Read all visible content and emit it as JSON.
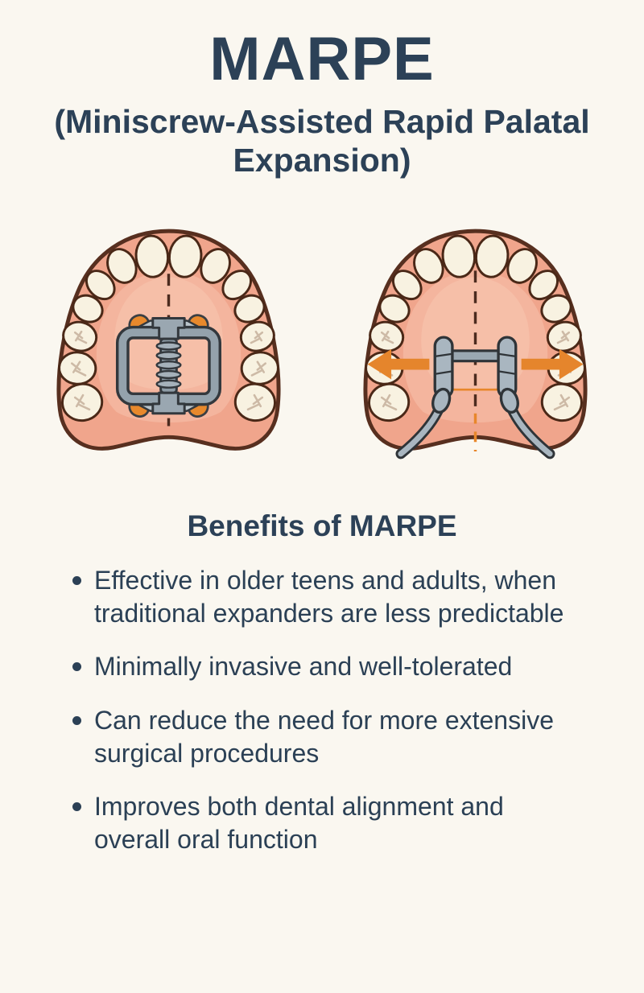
{
  "header": {
    "title": "MARPE",
    "subtitle": "(Miniscrew-Assisted Rapid Palatal Expansion)"
  },
  "illustrations": {
    "left": "palate-with-marpe-appliance",
    "right": "palate-expanding-with-arrows"
  },
  "benefits": {
    "heading": "Benefits of MARPE",
    "items": [
      "Effective in older teens and adults, when traditional expanders are less predictable",
      "Minimally invasive and well-tolerated",
      "Can reduce the need for more extensive surgical procedures",
      "Improves both dental alignment and overall oral function"
    ]
  },
  "colors": {
    "background": "#FAF7F0",
    "text_navy": "#2C4157",
    "accent_orange": "#E5852C",
    "gum_pink": "#F0A58C",
    "gum_pink_light": "#F4B59E",
    "tooth_cream": "#F8F2E1",
    "outline_brown": "#572F1F",
    "appliance_steel": "#94A2AC",
    "appliance_outline": "#33383D"
  }
}
